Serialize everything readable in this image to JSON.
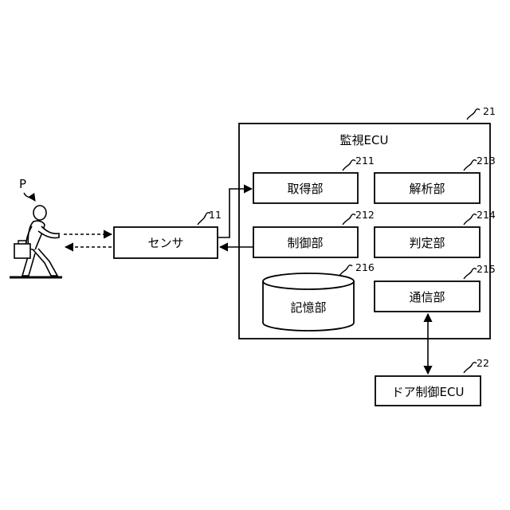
{
  "person": {
    "label": "P"
  },
  "sensor": {
    "label": "センサ",
    "ref": "11"
  },
  "monitor_ecu": {
    "title": "監視ECU",
    "ref": "21",
    "acquisition": {
      "label": "取得部",
      "ref": "211"
    },
    "control": {
      "label": "制御部",
      "ref": "212"
    },
    "analysis": {
      "label": "解析部",
      "ref": "213"
    },
    "judgment": {
      "label": "判定部",
      "ref": "214"
    },
    "communication": {
      "label": "通信部",
      "ref": "215"
    },
    "storage": {
      "label": "記憶部",
      "ref": "216"
    }
  },
  "door_ecu": {
    "label": "ドア制御ECU",
    "ref": "22"
  }
}
